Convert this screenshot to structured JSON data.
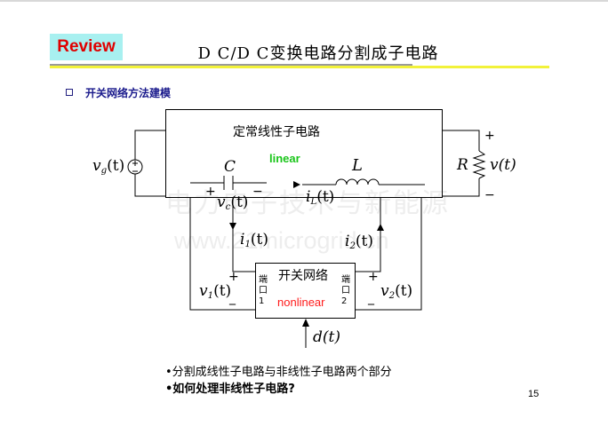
{
  "header": {
    "badge": "Review",
    "title": "D C/D C变换电路分割成子电路"
  },
  "section": {
    "heading": "开关网络方法建模"
  },
  "watermark": {
    "line1": "电力电子技术与新能源",
    "line2": "www.21microgrid.cn"
  },
  "circuit": {
    "sub_title": "定常线性子电路",
    "linear_label": "linear",
    "switch_title": "开关网络",
    "nonlinear_label": "nonlinear",
    "port1": "端口1",
    "port2": "端口2",
    "vg": {
      "sym": "v",
      "sub": "g",
      "arg": "(t)"
    },
    "C": "C",
    "vc": {
      "sym": "v",
      "sub": "c",
      "arg": "(t)"
    },
    "L": "L",
    "iL": {
      "sym": "i",
      "sub": "L",
      "arg": "(t)"
    },
    "R": "R",
    "v": "v(t)",
    "i1": {
      "sym": "i",
      "sub": "1",
      "arg": "(t)"
    },
    "i2": {
      "sym": "i",
      "sub": "2",
      "arg": "(t)"
    },
    "v1": {
      "sym": "v",
      "sub": "1",
      "arg": "(t)"
    },
    "v2": {
      "sym": "v",
      "sub": "2",
      "arg": "(t)"
    },
    "d": "d(t)",
    "plus": "+",
    "minus": "−",
    "dash": "_"
  },
  "bullets": [
    "•分割成线性子电路与非线性子电路两个部分",
    "•如何处理非线性子电路?"
  ],
  "page_number": "15"
}
